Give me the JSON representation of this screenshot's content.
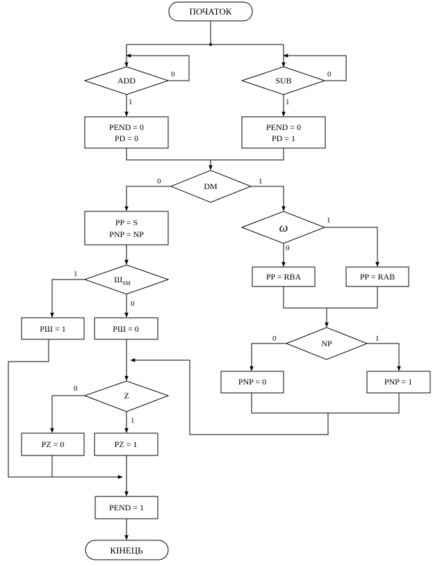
{
  "terminals": {
    "start": "ПОЧАТОК",
    "end": "КІНЕЦЬ"
  },
  "decisions": {
    "add": "ADD",
    "sub": "SUB",
    "dm": "DM",
    "omega": "ω",
    "sh_base": "Ш",
    "sh_sub": "SM",
    "z": "Z",
    "np": "NP"
  },
  "blocks": {
    "add_pend": "PEND = 0",
    "add_pd": "PD = 0",
    "sub_pend": "PEND = 0",
    "sub_pd": "PD = 1",
    "pp_s": "PP = S",
    "pnp_np": "PNP = NP",
    "psh1": "PШ = 1",
    "psh0": "PШ = 0",
    "pp_rba": "PP = RBA",
    "pp_rab": "PP = RAB",
    "pnp0": "PNP = 0",
    "pnp1": "PNP = 1",
    "pz0": "PZ = 0",
    "pz1": "PZ = 1",
    "pend1": "PEND = 1"
  },
  "branch_labels": {
    "add_no": "0",
    "add_yes": "1",
    "sub_no": "0",
    "sub_yes": "1",
    "dm_no": "0",
    "dm_yes": "1",
    "omega_no": "0",
    "omega_yes": "1",
    "sh_yes": "1",
    "sh_no": "0",
    "z_no": "0",
    "z_yes": "1",
    "np_no": "0",
    "np_yes": "1"
  }
}
